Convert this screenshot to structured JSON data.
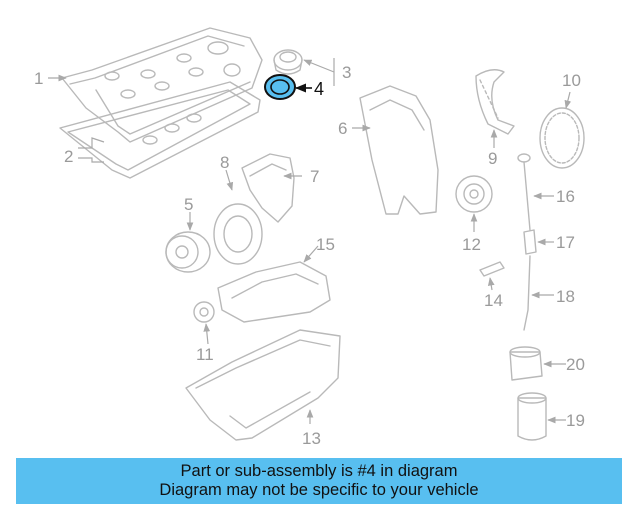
{
  "highlight_color": "#58bff0",
  "callouts": {
    "c1": "1",
    "c2": "2",
    "c3": "3",
    "c4": "4",
    "c5": "5",
    "c6": "6",
    "c7": "7",
    "c8": "8",
    "c9": "9",
    "c10": "10",
    "c11": "11",
    "c12": "12",
    "c13": "13",
    "c14": "14",
    "c15": "15",
    "c16": "16",
    "c17": "17",
    "c18": "18",
    "c19": "19",
    "c20": "20"
  },
  "highlighted_part": "4",
  "banner": {
    "line1": "Part or sub-assembly is #4 in diagram",
    "line2": "Diagram may not be specific to your vehicle"
  }
}
